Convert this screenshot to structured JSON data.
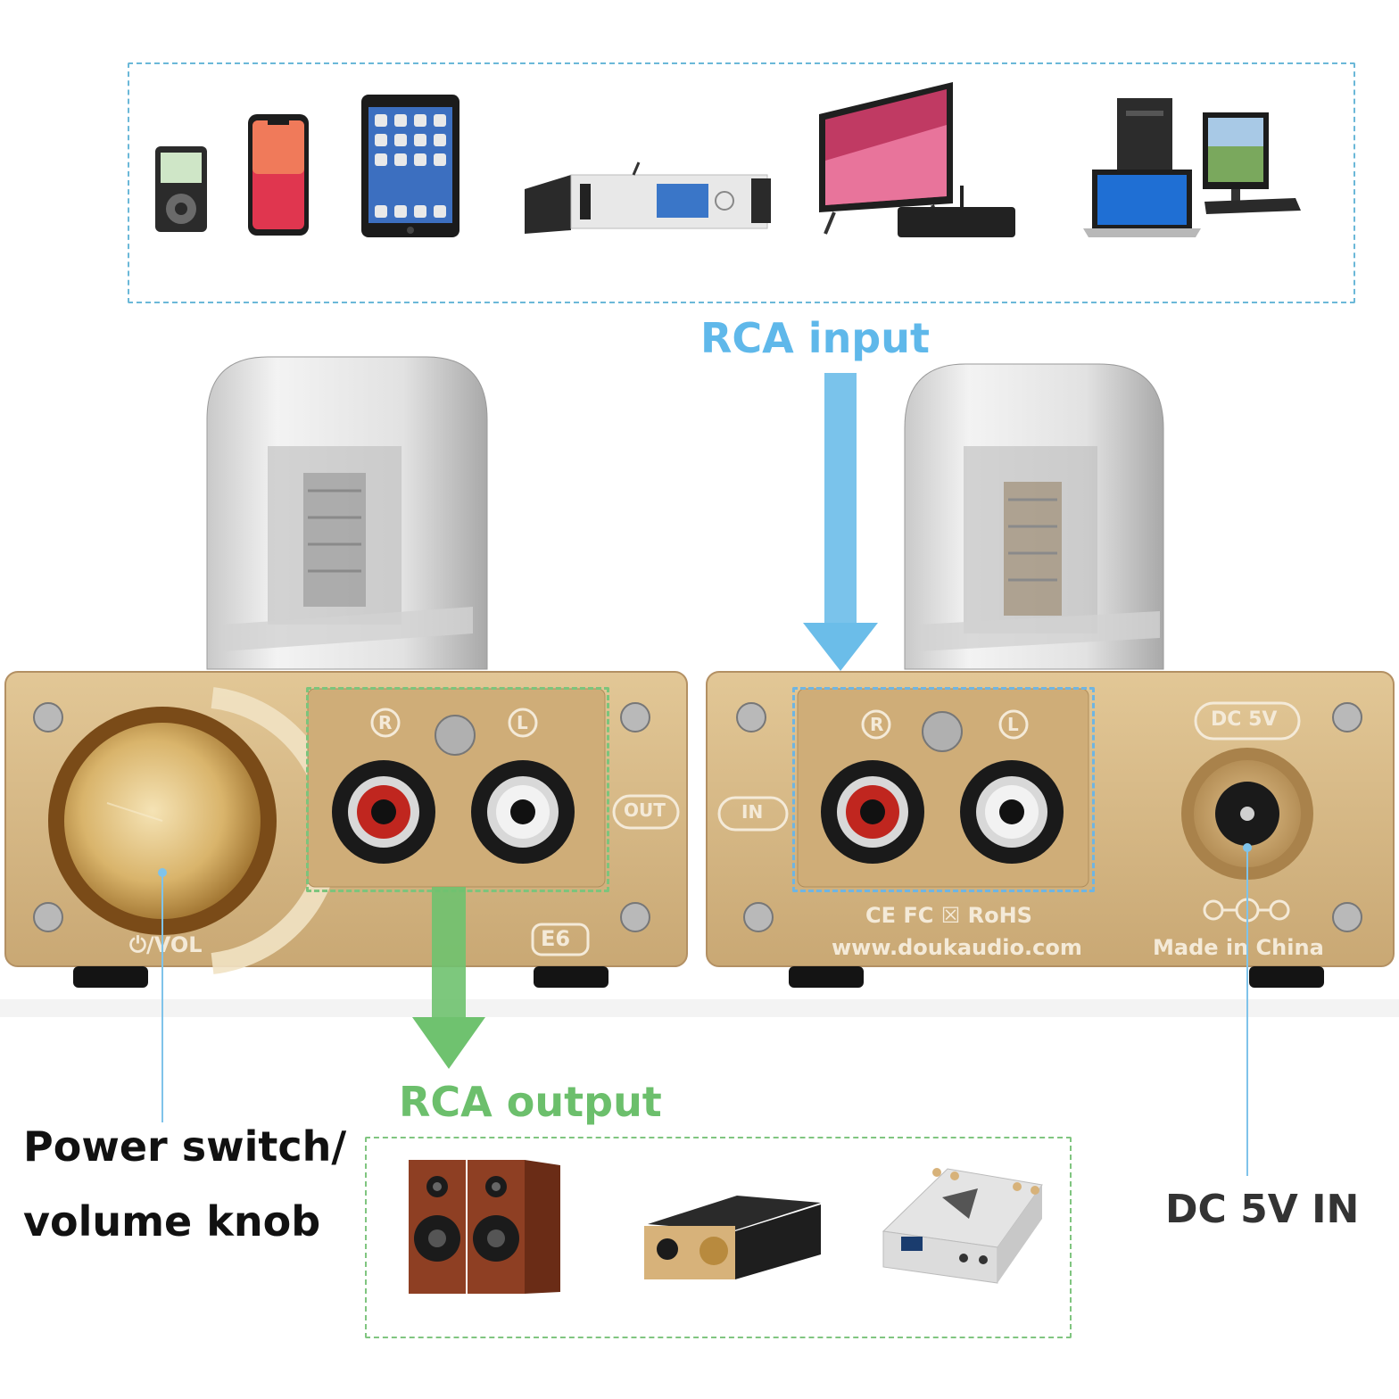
{
  "labels": {
    "rca_input": "RCA input",
    "rca_output": "RCA output",
    "power_line1": "Power switch/",
    "power_line2": "volume knob",
    "dc_in": "DC 5V IN"
  },
  "front_panel": {
    "channel_right": "R",
    "channel_left": "L",
    "out_label": "OUT",
    "vol_label": "⏻/VOL",
    "model": "E6"
  },
  "rear_panel": {
    "channel_right": "R",
    "channel_left": "L",
    "in_label": "IN",
    "dc_label": "DC 5V",
    "certifications": "CE FC ☒ RoHS",
    "website": "www.doukaudio.com",
    "origin": "Made in China"
  },
  "source_devices": [
    "mp3-player",
    "smartphone",
    "tablet",
    "network-streamer",
    "tv-with-tv-box",
    "desktop-and-laptop-computers"
  ],
  "output_devices": [
    "bookshelf-speakers",
    "power-amplifier",
    "digital-amplifier"
  ],
  "colors": {
    "input_blue": "#5fb8ea",
    "output_green": "#6cbf6c",
    "panel_gold": "#d7b98a",
    "text_dark": "#111111"
  }
}
